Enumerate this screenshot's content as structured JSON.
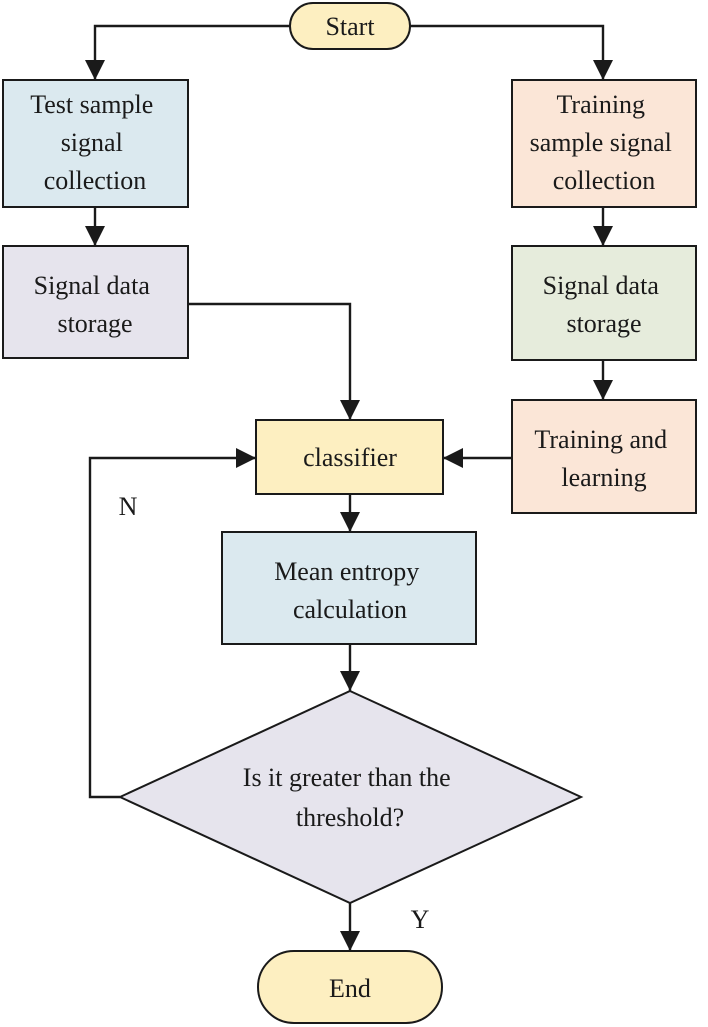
{
  "flowchart": {
    "start": {
      "label": "Start"
    },
    "test_collection": {
      "lines": [
        "Test sample",
        "signal",
        "collection"
      ]
    },
    "test_storage": {
      "lines": [
        "Signal data",
        "storage"
      ]
    },
    "train_collection": {
      "lines": [
        "Training",
        "sample signal",
        "collection"
      ]
    },
    "train_storage": {
      "lines": [
        "Signal data",
        "storage"
      ]
    },
    "training_learning": {
      "lines": [
        "Training and",
        "learning"
      ]
    },
    "classifier": {
      "label": "classifier"
    },
    "mean_entropy": {
      "lines": [
        "Mean entropy",
        "calculation"
      ]
    },
    "decision": {
      "lines": [
        "Is it greater than the",
        "threshold?"
      ]
    },
    "end": {
      "label": "End"
    },
    "no_label": "N",
    "yes_label": "Y"
  },
  "colors": {
    "terminal_fill": "#fdefc1",
    "test_collection_fill": "#dbe9ef",
    "test_storage_fill": "#e6e4ed",
    "train_collection_fill": "#fbe6d7",
    "train_storage_fill": "#e6ecdc",
    "training_learning_fill": "#fbe6d7",
    "classifier_fill": "#fdefc1",
    "mean_entropy_fill": "#dbe9ef",
    "decision_fill": "#e6e4ed",
    "stroke": "#1a1a1a"
  }
}
